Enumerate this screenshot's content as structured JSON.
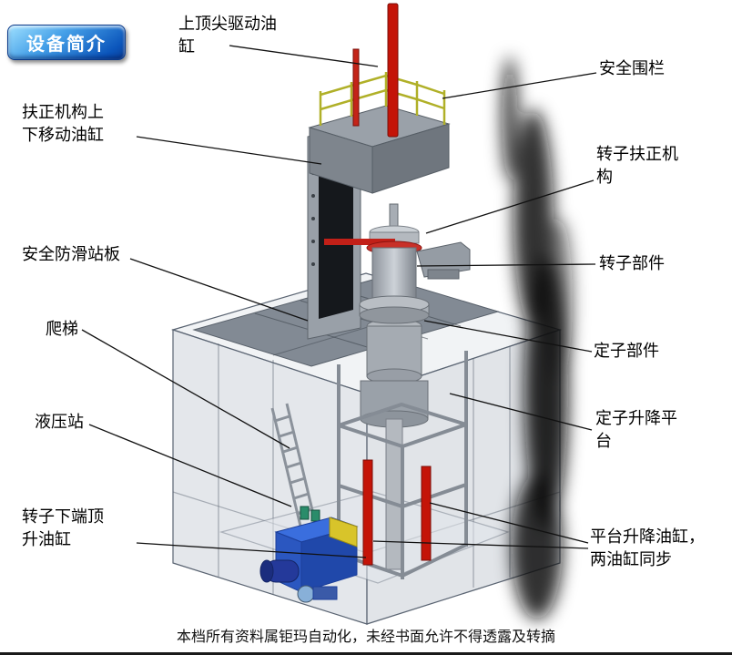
{
  "badge": {
    "text": "设备简介"
  },
  "labels": {
    "top_drive_cylinder": "上顶尖驱动油\n缸",
    "safety_fence": "安全围栏",
    "centering_updown_cylinder": "扶正机构上\n下移动油缸",
    "rotor_centering_mechanism": "转子扶正机\n构",
    "antislip_platform": "安全防滑站板",
    "rotor_component": "转子部件",
    "ladder": "爬梯",
    "stator_component": "定子部件",
    "hydraulic_station": "液压站",
    "stator_lift_platform": "定子升降平\n台",
    "rotor_bottom_jack_cylinder": "转子下端顶\n升油缸",
    "platform_lift_cylinders": "平台升降油缸，\n两油缸同步"
  },
  "footer": {
    "text": "本档所有资料属钜玛自动化，未经书面允许不得透露及转摘"
  },
  "colors": {
    "cylinder_red": "#c41408",
    "railing_yellow": "#b0b028",
    "hydraulic_blue": "#2b57c0",
    "badge_blue": "#0b55bb",
    "steel_gray": "#9aa1a9",
    "platform_gray": "#828a94"
  }
}
